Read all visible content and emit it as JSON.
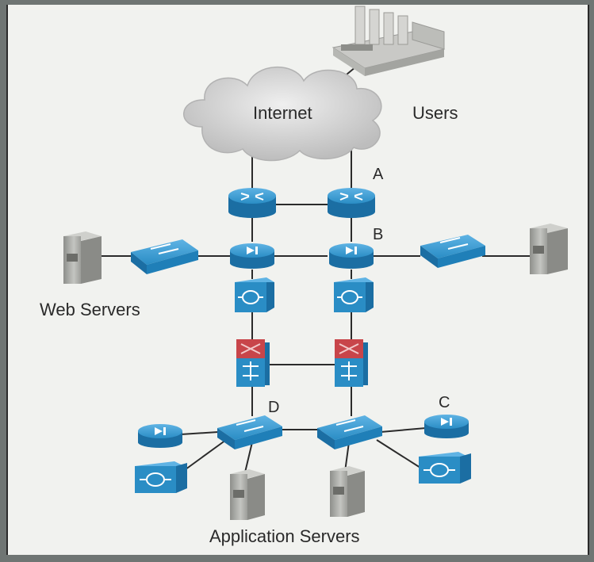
{
  "labels": {
    "internet": "Internet",
    "users": "Users",
    "web_servers": "Web Servers",
    "application_servers": "Application Servers",
    "a": "A",
    "b": "B",
    "c": "C",
    "d": "D"
  },
  "colors": {
    "device_blue": "#2a8dc5",
    "device_dark": "#1b6ea3",
    "link": "#2b2b2b",
    "cloud": "#d7d7d7",
    "server": "#a9aaa6",
    "firewall_red": "#c8454a"
  },
  "icons": [
    "cloud-icon",
    "users-workstation-icon",
    "router-icon",
    "switch-icon",
    "server-icon",
    "firewall-icon",
    "access-point-icon",
    "ids-appliance-icon"
  ]
}
